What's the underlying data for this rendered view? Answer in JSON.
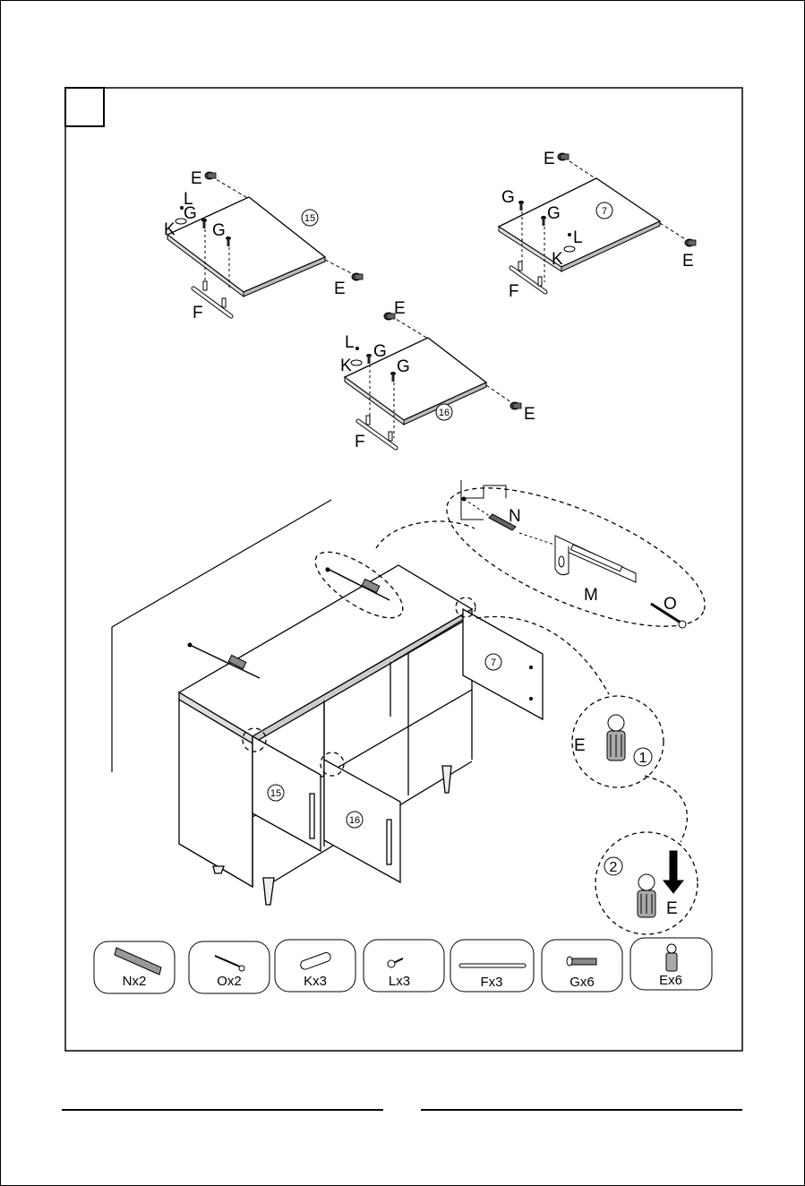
{
  "page": {
    "step_number": ""
  },
  "labels": {
    "E": "E",
    "F": "F",
    "G": "G",
    "K": "K",
    "L": "L",
    "M": "M",
    "N": "N",
    "O": "O",
    "panel_7": "7",
    "panel_15": "15",
    "panel_16": "16",
    "step_1": "1",
    "step_2": "2"
  },
  "parts": [
    {
      "name": "anchor",
      "label": "Nx2"
    },
    {
      "name": "screw",
      "label": "Ox2"
    },
    {
      "name": "plate",
      "label": "Kx3"
    },
    {
      "name": "small-screw",
      "label": "Lx3"
    },
    {
      "name": "handle",
      "label": "Fx3"
    },
    {
      "name": "bolt",
      "label": "Gx6"
    },
    {
      "name": "hinge-plug",
      "label": "Ex6"
    }
  ]
}
